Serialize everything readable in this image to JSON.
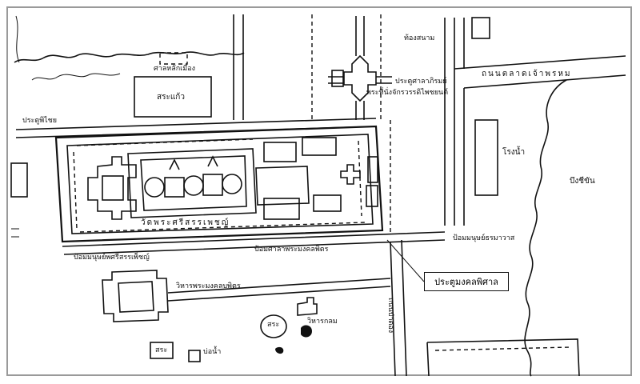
{
  "labels": {
    "sanam_chai": "ท้องสนาม",
    "sra_kaew_shrine": "ศาลหลักเมือง",
    "sra_kaew": "สระแก้ว",
    "pratu_pisai": "ประตูพิไชย",
    "pratu_top": "ประตูศาลาภิรมย์",
    "phra_thinang": "พระที่นั่งจักรวรรดิไพชยนต์",
    "thanon_charoen": "ถนนตลาดเจ้าพรหม",
    "rong_nam": "โรงน้ำ",
    "bueng": "บึงชีขัน",
    "wat_name": "วัดพระศรีสรรเพชญ์",
    "pom_left": "ป้อมมนุษย์พศรีสรรเพ็ชญ์",
    "pom_mid": "ป้อมศาลาพระมงคลพิตร",
    "pom_right": "ป้อมมนุษย์ธรมาวาส",
    "callout": "ประตูมงคลพิศาล",
    "wiharn_mongkol": "วิหารพระมงคลบพิตร",
    "wiharn_klom": "วิหารกลม",
    "thanon_pa_thong": "ถนนป่าตอง",
    "sra_bottom": "สระ",
    "sra_bottom2": "สระ",
    "bo_nam": "บ่อน้ำ"
  },
  "colors": {
    "ink": "#111111",
    "frame": "#9a9a9a",
    "paper": "#ffffff"
  }
}
